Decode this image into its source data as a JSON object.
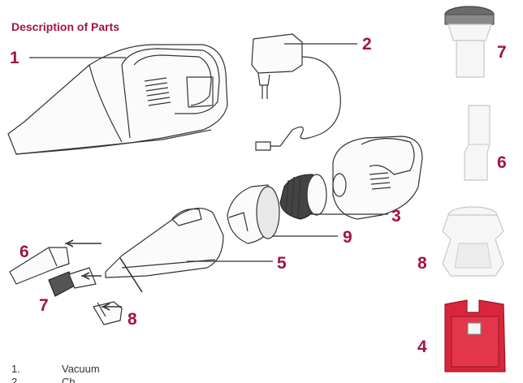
{
  "heading": "Description of Parts",
  "callouts": {
    "c1": "1",
    "c2": "2",
    "c3": "3",
    "c9": "9",
    "c5": "5",
    "c6_left": "6",
    "c7_left": "7",
    "c8_left": "8",
    "c7_right": "7",
    "c6_right": "6",
    "c8_right": "8",
    "c4_right": "4"
  },
  "parts_list": [
    {
      "number": "1.",
      "name": "Vacuum"
    },
    {
      "number": "2.",
      "name": "Ch"
    }
  ],
  "colors": {
    "accent": "#a0134a",
    "line": "#333333",
    "cartridge": "#d9263a"
  }
}
